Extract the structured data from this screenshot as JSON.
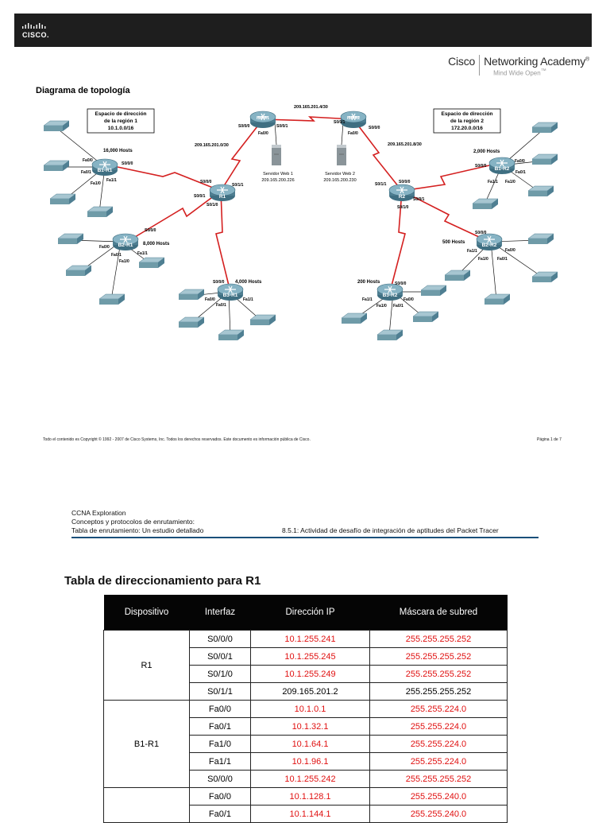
{
  "page1": {
    "academy": {
      "cisco": "Cisco",
      "networking": "Networking Academy",
      "reg": "®",
      "tagline": "Mind Wide Open",
      "trademark": "™"
    },
    "topology_title": "Diagrama de topología",
    "diagram": {
      "region1_box": [
        "Espacio de dirección",
        "de la región 1",
        "10.1.0.0/16"
      ],
      "region2_box": [
        "Espacio de dirección",
        "de la región 2",
        "172.20.0.0/16"
      ],
      "routers": {
        "isp_r1": "ISP-R1",
        "isp_r2": "ISP-R2",
        "r1": "R1",
        "r2": "R2",
        "b1r1": "B1-R1",
        "b2r1": "B2-R1",
        "b3r1": "B3-R1",
        "b1r2": "B1-R2",
        "b2r2": "B2-R2",
        "b3r2": "B3-R2"
      },
      "nets": {
        "n1": "209.165.201.4/30",
        "n2": "209.165.201.0/30",
        "n3": "209.165.201.8/30"
      },
      "servers": {
        "web1": [
          "Servidor Web 1",
          "209.165.200.226"
        ],
        "web2": [
          "Servidor Web 2",
          "209.165.200.230"
        ]
      },
      "hosts": {
        "b1r1": "16,000 Hosts",
        "b2r1": "8,000 Hosts",
        "b3r1": "4,000 Hosts",
        "b1r2": "2,000 Hosts",
        "b2r2": "500 Hosts",
        "b3r2": "200 Hosts"
      },
      "interfaces": {
        "s000": "S0/0/0",
        "s001": "S0/0/1",
        "s010": "S0/1/0",
        "s011": "S0/1/1",
        "fa00": "Fa0/0",
        "fa01": "Fa0/1",
        "fa10": "Fa1/0",
        "fa11": "Fa1/1"
      }
    },
    "footer_left": "Todo el contenido es Copyright © 1992 - 2007 de Cisco Systems, Inc. Todos los derechos reservados. Este documento es información pública de Cisco.",
    "footer_right": "Página 1 de 7"
  },
  "page2": {
    "header_lines": [
      "CCNA Exploration",
      "Conceptos y protocolos de enrutamiento:",
      "Tabla de enrutamiento: Un estudio detallado"
    ],
    "header_right": "8.5.1: Actividad de desafío de integración de aptitudes del Packet Tracer",
    "table_title": "Tabla de direccionamiento para R1",
    "columns": [
      "Dispositivo",
      "Interfaz",
      "Dirección IP",
      "Máscara de subred"
    ],
    "rows": [
      {
        "dev": "R1",
        "iface": "S0/0/0",
        "ip": "10.1.255.241",
        "mask": "255.255.255.252",
        "red": true
      },
      {
        "dev": "",
        "iface": "S0/0/1",
        "ip": "10.1.255.245",
        "mask": "255.255.255.252",
        "red": true
      },
      {
        "dev": "",
        "iface": "S0/1/0",
        "ip": "10.1.255.249",
        "mask": "255.255.255.252",
        "red": true
      },
      {
        "dev": "",
        "iface": "S0/1/1",
        "ip": "209.165.201.2",
        "mask": "255.255.255.252",
        "red": false
      },
      {
        "dev": "B1-R1",
        "iface": "Fa0/0",
        "ip": "10.1.0.1",
        "mask": "255.255.224.0",
        "red": true
      },
      {
        "dev": "",
        "iface": "Fa0/1",
        "ip": "10.1.32.1",
        "mask": "255.255.224.0",
        "red": true
      },
      {
        "dev": "",
        "iface": "Fa1/0",
        "ip": "10.1.64.1",
        "mask": "255.255.224.0",
        "red": true
      },
      {
        "dev": "",
        "iface": "Fa1/1",
        "ip": "10.1.96.1",
        "mask": "255.255.224.0",
        "red": true
      },
      {
        "dev": "",
        "iface": "S0/0/0",
        "ip": "10.1.255.242",
        "mask": "255.255.255.252",
        "red": true
      },
      {
        "dev": "",
        "iface": "Fa0/0",
        "ip": "10.1.128.1",
        "mask": "255.255.240.0",
        "red": true
      },
      {
        "dev": "",
        "iface": "Fa0/1",
        "ip": "10.1.144.1",
        "mask": "255.255.240.0",
        "red": true
      }
    ]
  },
  "colors": {
    "serial_link": "#d42020",
    "router": "#5d8fa3",
    "switch": "#6f9ba8",
    "ip_red": "#e01010",
    "header_rule": "#1a4f7a"
  }
}
